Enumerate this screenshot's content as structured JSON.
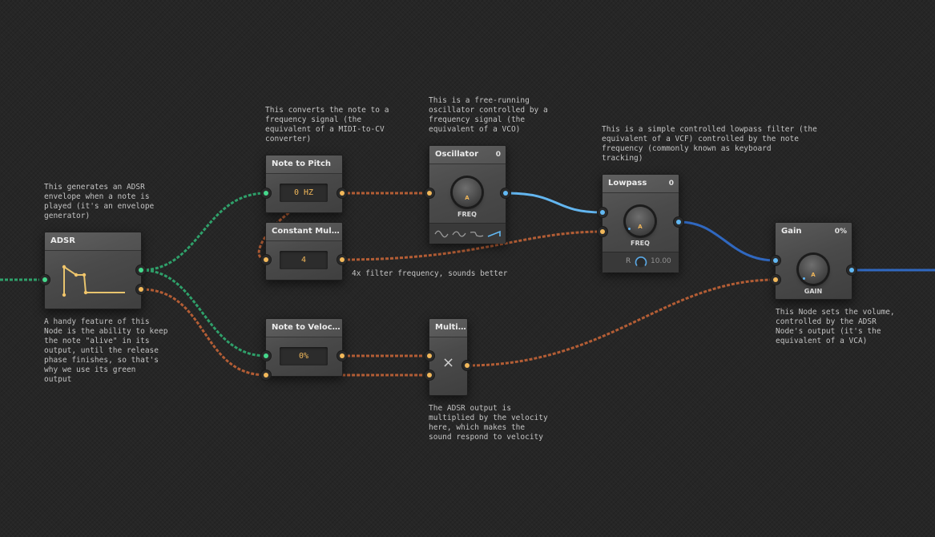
{
  "colors": {
    "gate_wire": "#2fa06a",
    "signal_wire": "#b35d35",
    "audio_wire_light": "#63b6f0",
    "audio_wire_dark": "#3068c0",
    "port_orange": "#f2b85a",
    "port_green": "#45d98c",
    "port_blue": "#62b9f4"
  },
  "nodes": {
    "adsr": {
      "title": "ADSR"
    },
    "note_to_pitch": {
      "title": "Note to Pitch",
      "value": "0 HZ"
    },
    "constant_multiplier": {
      "title": "Constant Multi...",
      "value": "4"
    },
    "note_to_velocity": {
      "title": "Note to Velocity",
      "value": "0%"
    },
    "multiply": {
      "title": "Multi...",
      "symbol": "×"
    },
    "oscillator": {
      "title": "Oscillator",
      "header_value": "0",
      "knob_label": "FREQ",
      "knob_mark": "A",
      "waveform_icons": [
        "sine-wave-icon",
        "triangle-wave-icon",
        "square-wave-icon",
        "sawtooth-wave-icon"
      ],
      "selected_waveform": "sawtooth-wave-icon"
    },
    "lowpass": {
      "title": "Lowpass",
      "header_value": "0",
      "knob_label": "FREQ",
      "knob_mark": "A",
      "resonance_label": "R",
      "resonance_value": "10.00"
    },
    "gain": {
      "title": "Gain",
      "header_value": "0%",
      "knob_label": "GAIN",
      "knob_mark": "A"
    }
  },
  "notes": {
    "adsr_top": "This generates an ADSR\nenvelope when a note is\nplayed (it's an envelope\ngenerator)",
    "adsr_bottom": "A handy feature of this\nNode is the ability to keep\nthe note \"alive\" in its\noutput, until the release\nphase finishes, so that's\nwhy we use its green\noutput",
    "pitch_top": "This converts the note to a\nfrequency signal (the\nequivalent of a MIDI-to-CV\nconverter)",
    "oscillator_top": "This is a free-running\noscillator controlled by a\nfrequency signal (the\nequivalent of a VCO)",
    "lowpass_top": "This is a simple controlled lowpass filter (the\nequivalent of a VCF) controlled by the note\nfrequency (commonly known as keyboard\ntracking)",
    "constant_below": "4x filter frequency, sounds better",
    "multiply_below": "The ADSR output is\nmultiplied by the velocity\nhere, which makes the\nsound respond to velocity",
    "gain_below": "This Node sets the volume,\ncontrolled by the ADSR\nNode's output (it's the\nequivalent of a VCA)"
  }
}
